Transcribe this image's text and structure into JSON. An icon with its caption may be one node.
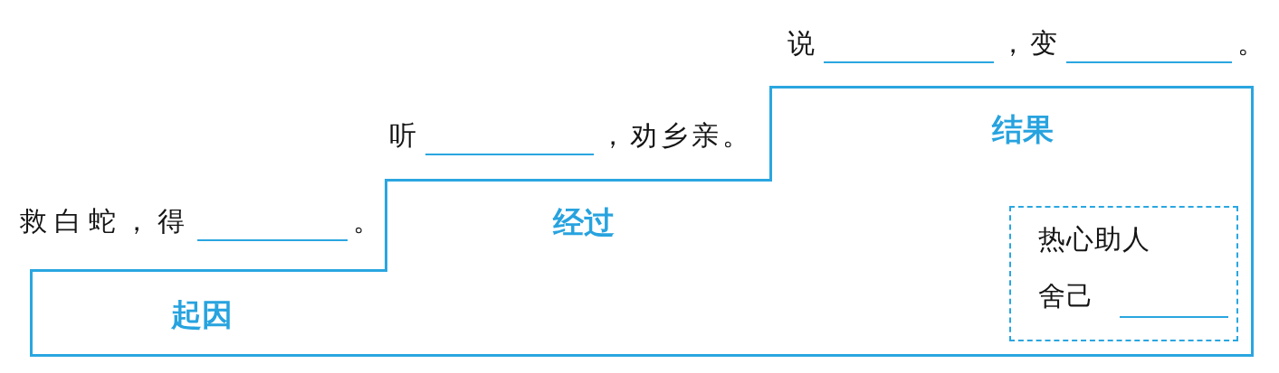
{
  "diagram": {
    "nodes": [
      {
        "text": [
          "起因"
        ],
        "beside": [
          "救白蛇，得",
          "。"
        ]
      },
      {
        "text": [
          "经过"
        ],
        "beside": [
          "听",
          "，劝乡亲。"
        ]
      },
      {
        "text": [
          "结果"
        ],
        "beside": [
          "说",
          "，变",
          "。"
        ]
      },
      {
        "text": [
          "热心助人",
          "舍己"
        ],
        "in": 2
      }
    ]
  }
}
